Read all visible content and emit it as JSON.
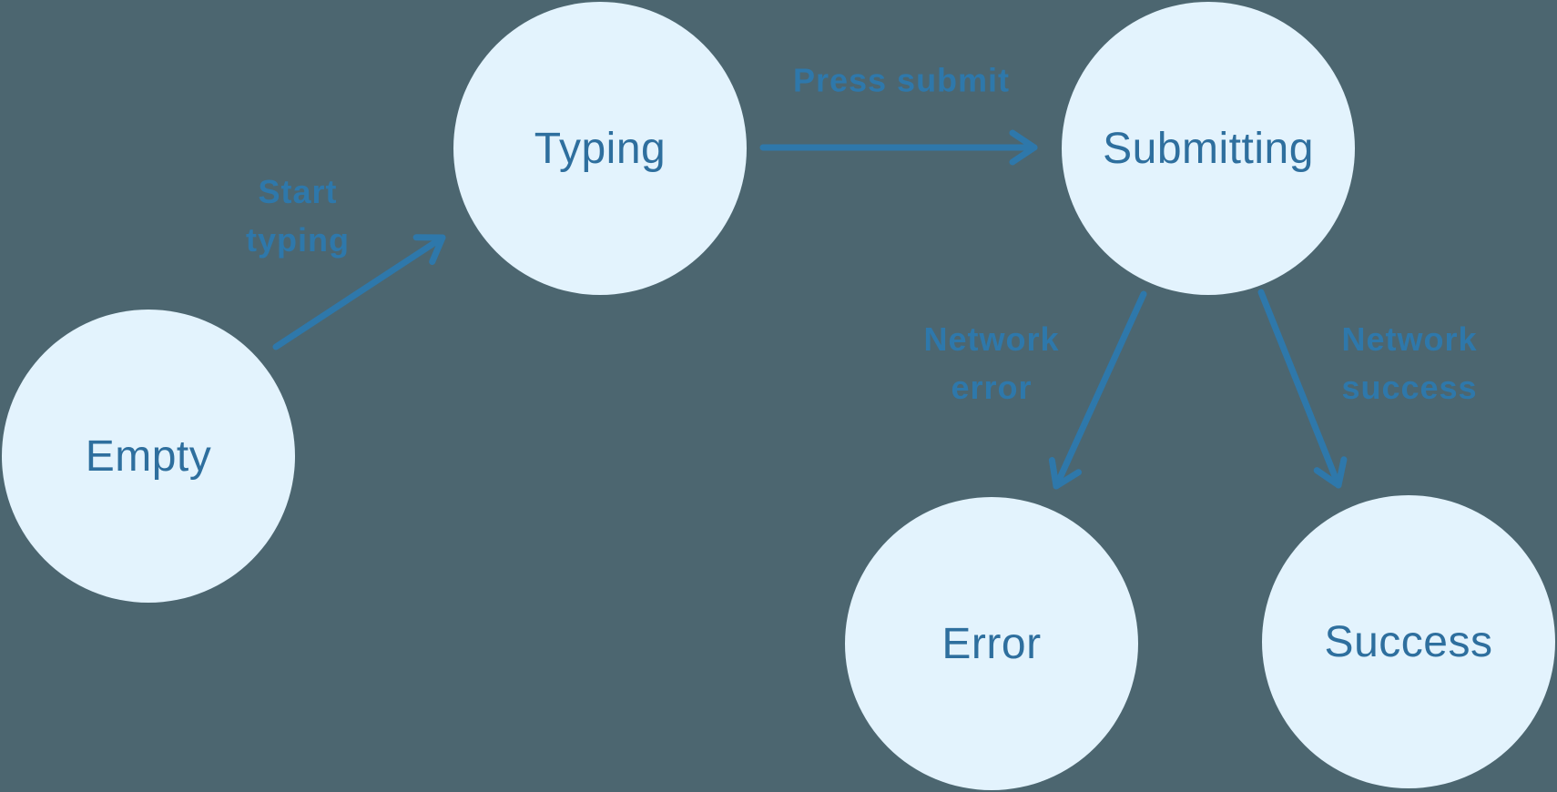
{
  "diagram": {
    "type": "state-machine",
    "nodes": [
      {
        "id": "empty",
        "label": "Empty"
      },
      {
        "id": "typing",
        "label": "Typing"
      },
      {
        "id": "submitting",
        "label": "Submitting"
      },
      {
        "id": "error",
        "label": "Error"
      },
      {
        "id": "success",
        "label": "Success"
      }
    ],
    "edges": [
      {
        "from": "empty",
        "to": "typing",
        "label": "Start typing"
      },
      {
        "from": "typing",
        "to": "submitting",
        "label": "Press submit"
      },
      {
        "from": "submitting",
        "to": "error",
        "label": "Network error"
      },
      {
        "from": "submitting",
        "to": "success",
        "label": "Network success"
      }
    ]
  },
  "colors": {
    "background": "#4c6670",
    "node_fill": "#e3f3fd",
    "node_text": "#2e6f9e",
    "edge": "#2e78ab",
    "edge_label": "#2e78ab"
  }
}
